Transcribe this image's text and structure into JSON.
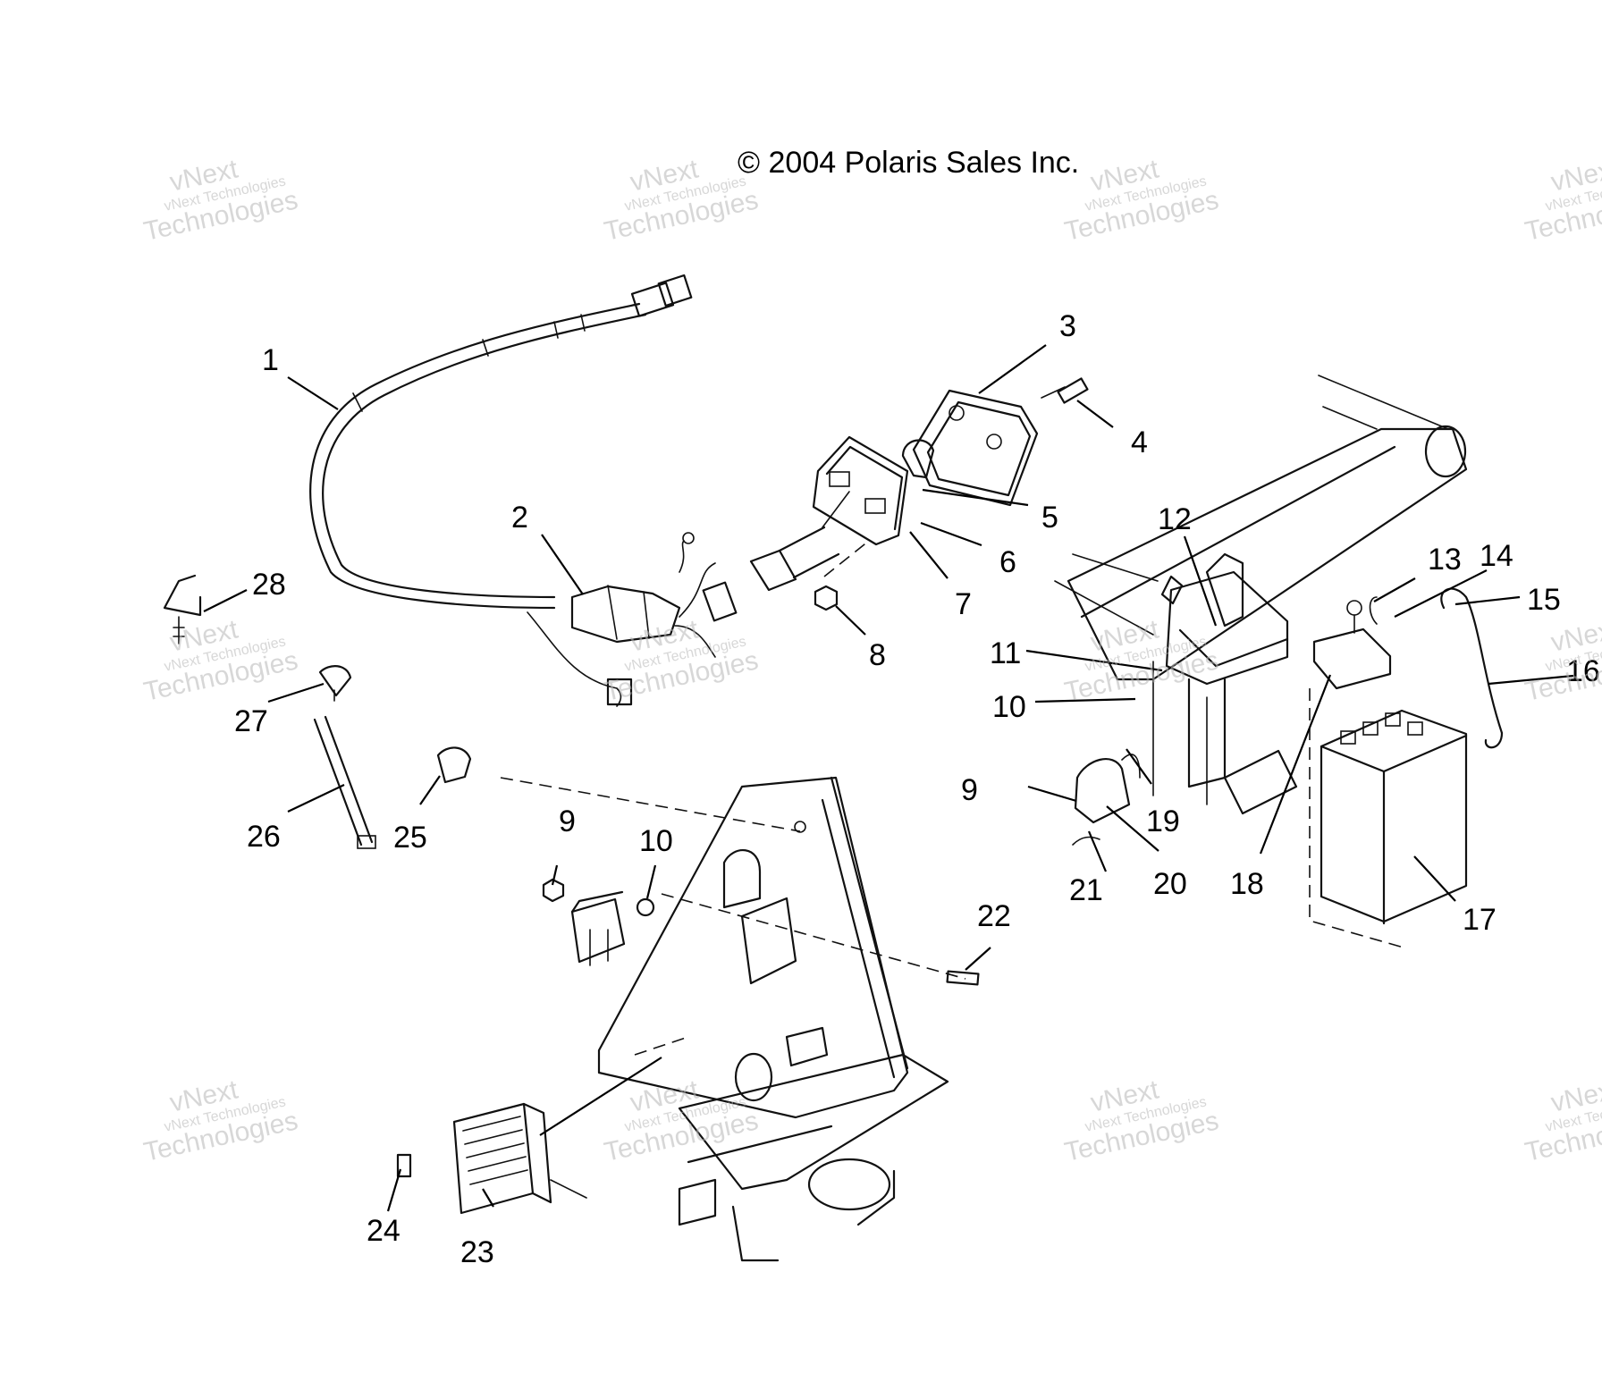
{
  "copyright": "© 2004 Polaris Sales Inc.",
  "watermark": {
    "line1": "vNext",
    "line2": "vNext Technologies",
    "line3": "Technologies"
  },
  "callouts": {
    "c1": "1",
    "c2": "2",
    "c3": "3",
    "c4": "4",
    "c5": "5",
    "c6": "6",
    "c7": "7",
    "c8": "8",
    "c9a": "9",
    "c9b": "9",
    "c10a": "10",
    "c10b": "10",
    "c11": "11",
    "c12": "12",
    "c13": "13",
    "c14": "14",
    "c15": "15",
    "c16": "16",
    "c17": "17",
    "c18": "18",
    "c19": "19",
    "c20": "20",
    "c21": "21",
    "c22": "22",
    "c23": "23",
    "c24": "24",
    "c25": "25",
    "c26": "26",
    "c27": "27",
    "c28": "28"
  }
}
